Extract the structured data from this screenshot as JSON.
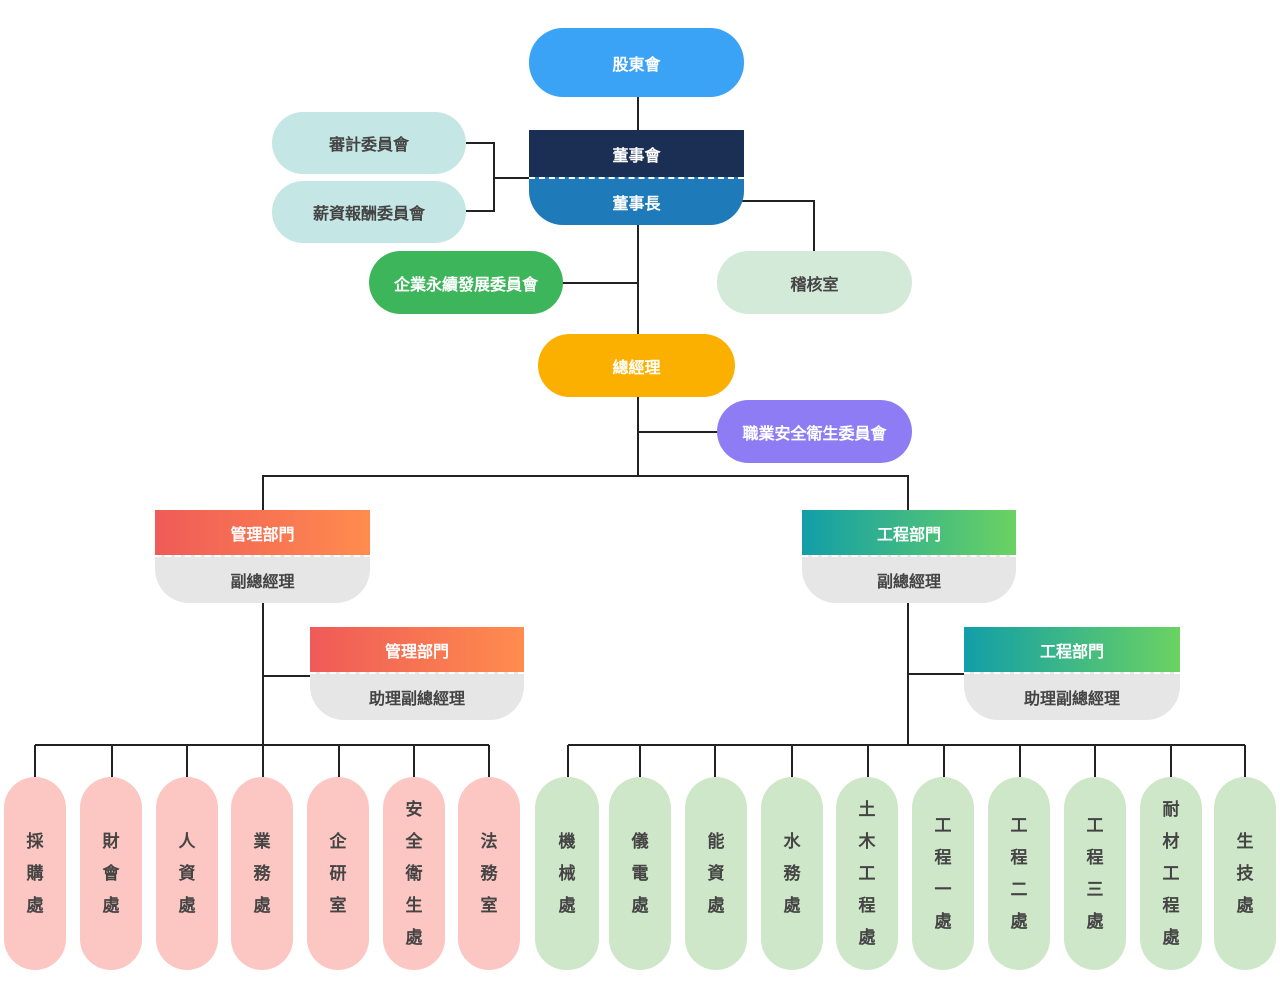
{
  "colors": {
    "shareholders": "#3aa3f5",
    "board_top": "#1b2f55",
    "board_bottom": "#1e7ab8",
    "committee": "#c4e6e4",
    "csr": "#3db65b",
    "audit_office": "#d3ead8",
    "president": "#fbb000",
    "safety": "#8e7cf5",
    "mgmt_gradient": [
      "#ef5b58",
      "#ff8c4e"
    ],
    "eng_gradient": [
      "#129ea8",
      "#6bd262"
    ],
    "sub_gray": "#e6e6e6",
    "admin_units": "#fcc6c2",
    "eng_units": "#cfe7c9",
    "line": "#222222"
  },
  "top": {
    "shareholders": "股東會",
    "board": "董事會",
    "chairman": "董事長",
    "audit_committee": "審計委員會",
    "compensation_committee": "薪資報酬委員會",
    "csr_committee": "企業永續發展委員會",
    "internal_audit": "稽核室",
    "president": "總經理",
    "safety_committee": "職業安全衛生委員會"
  },
  "management": {
    "dept": "管理部門",
    "vp": "副總經理",
    "assistant_dept": "管理部門",
    "assistant_vp": "助理副總經理",
    "units": [
      "採購處",
      "財會處",
      "人資處",
      "業務處",
      "企研室",
      "安全衛生處",
      "法務室"
    ]
  },
  "engineering": {
    "dept": "工程部門",
    "vp": "副總經理",
    "assistant_dept": "工程部門",
    "assistant_vp": "助理副總經理",
    "units": [
      "機械處",
      "儀電處",
      "能資處",
      "水務處",
      "土木工程處",
      "工程一處",
      "工程二處",
      "工程三處",
      "耐材工程處",
      "生技處"
    ]
  }
}
